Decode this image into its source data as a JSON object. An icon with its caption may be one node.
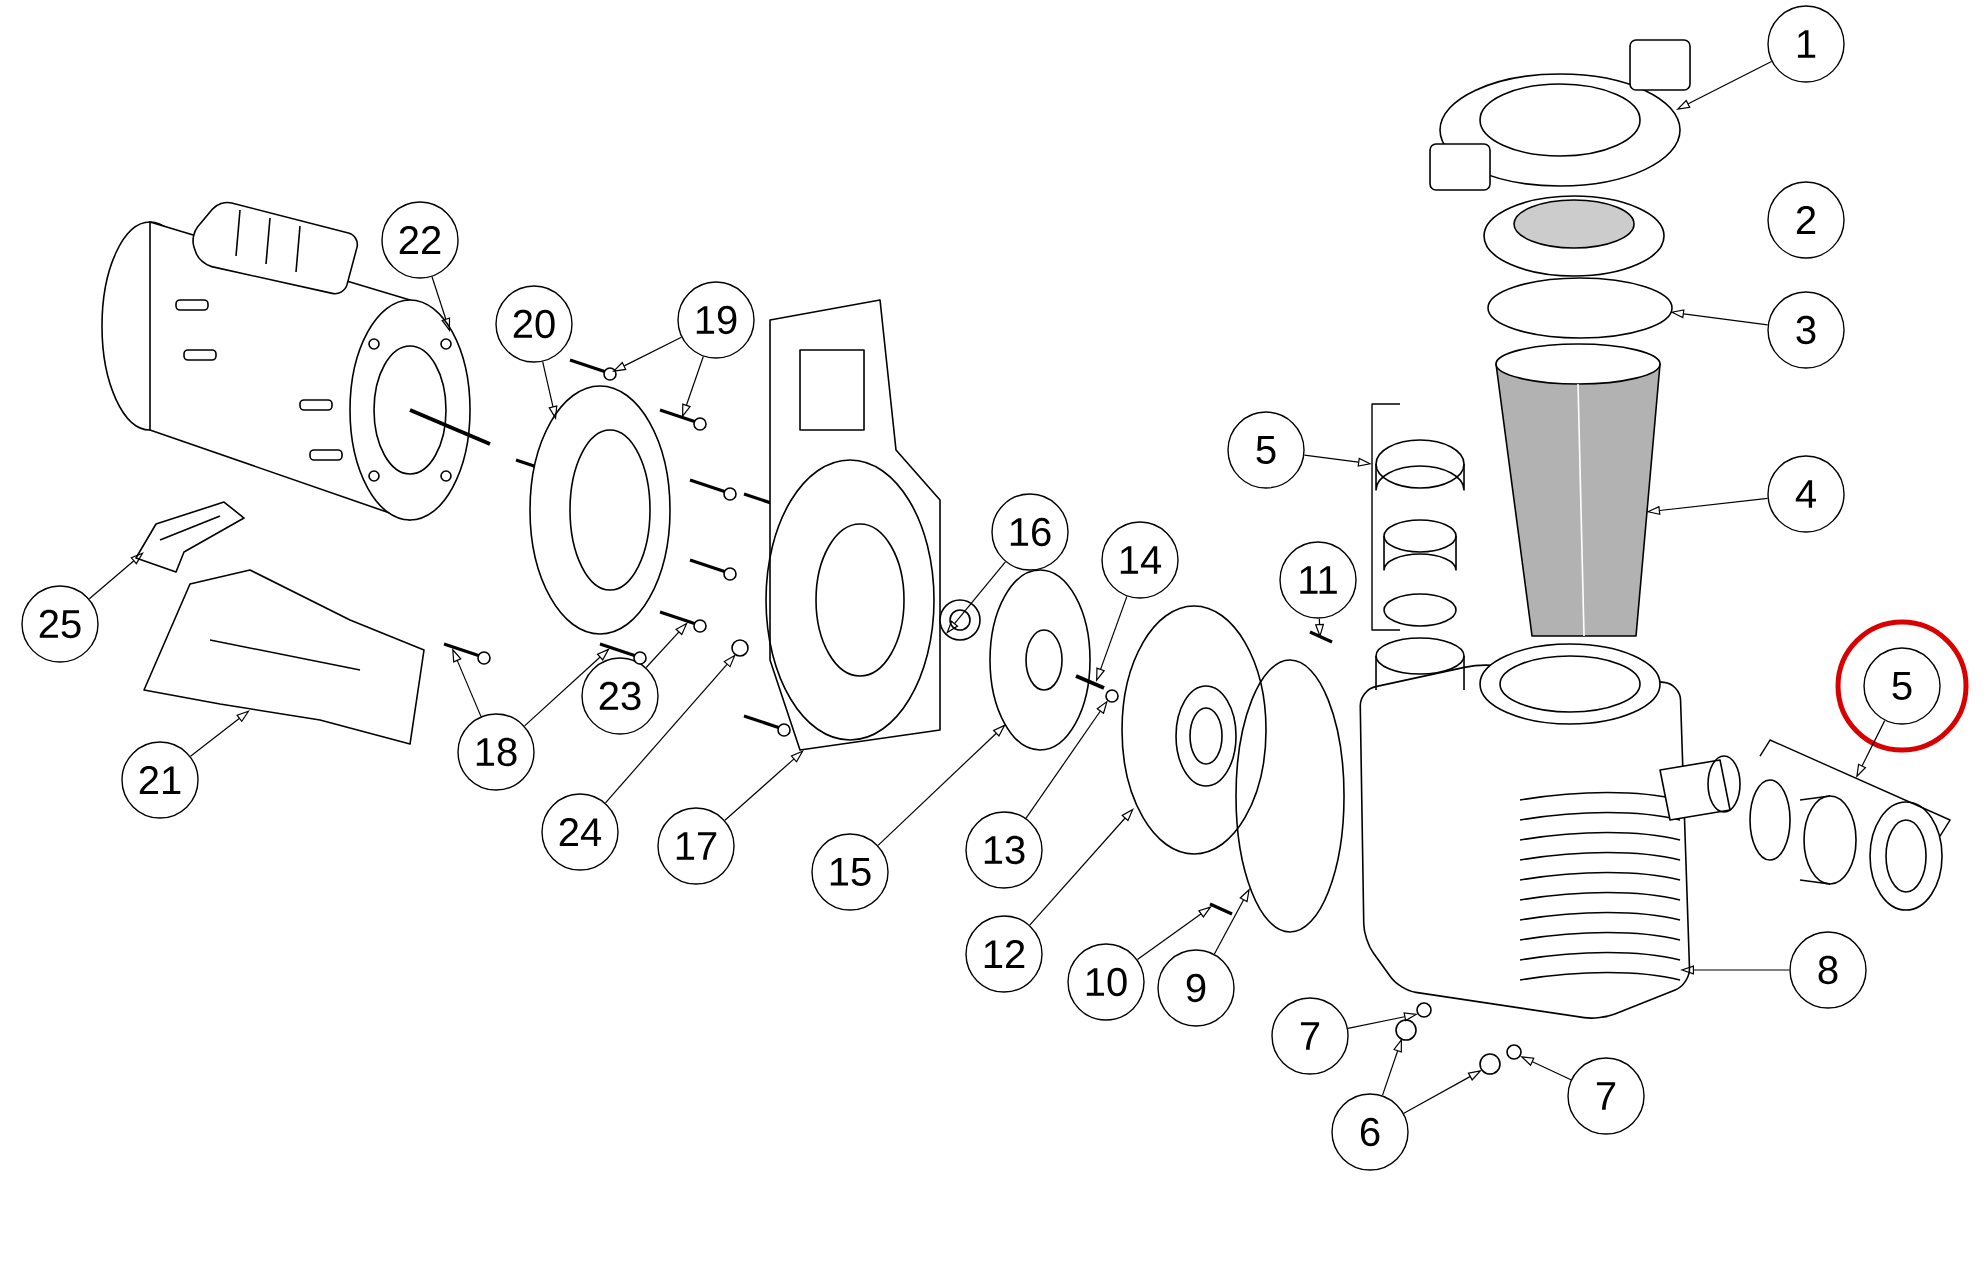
{
  "diagram": {
    "nodes": [
      {
        "text": [
          "1"
        ]
      },
      {
        "text": [
          "2"
        ]
      },
      {
        "text": [
          "3"
        ]
      },
      {
        "text": [
          "4"
        ]
      },
      {
        "text": [
          "5"
        ]
      },
      {
        "text": [
          "5"
        ]
      },
      {
        "text": [
          "6"
        ]
      },
      {
        "text": [
          "7"
        ]
      },
      {
        "text": [
          "7"
        ]
      },
      {
        "text": [
          "8"
        ]
      },
      {
        "text": [
          "9"
        ]
      },
      {
        "text": [
          "10"
        ]
      },
      {
        "text": [
          "11"
        ]
      },
      {
        "text": [
          "12"
        ]
      },
      {
        "text": [
          "13"
        ]
      },
      {
        "text": [
          "14"
        ]
      },
      {
        "text": [
          "15"
        ]
      },
      {
        "text": [
          "16"
        ]
      },
      {
        "text": [
          "17"
        ]
      },
      {
        "text": [
          "18"
        ]
      },
      {
        "text": [
          "19"
        ]
      },
      {
        "text": [
          "20"
        ]
      },
      {
        "text": [
          "21"
        ]
      },
      {
        "text": [
          "22"
        ]
      },
      {
        "text": [
          "23"
        ]
      },
      {
        "text": [
          "24"
        ]
      },
      {
        "text": [
          "25"
        ]
      },
      {
        "text": [],
        "shape": "picture"
      },
      {
        "text": [],
        "shape": "picture"
      },
      {
        "text": [],
        "shape": "picture"
      },
      {
        "text": [],
        "shape": "picture"
      },
      {
        "text": [],
        "shape": "picture"
      },
      {
        "text": [],
        "shape": "picture"
      },
      {
        "text": [],
        "shape": "picture"
      },
      {
        "text": [],
        "shape": "picture"
      },
      {
        "text": [],
        "shape": "picture"
      },
      {
        "text": [],
        "shape": "circle"
      },
      {
        "text": [],
        "shape": "picture"
      },
      {
        "text": [],
        "shape": "picture"
      },
      {
        "text": [],
        "shape": "picture"
      },
      {
        "text": [],
        "shape": "picture"
      },
      {
        "text": [],
        "shape": "circle"
      },
      {
        "text": [],
        "shape": "picture"
      },
      {
        "text": [],
        "shape": "picture"
      },
      {
        "text": [],
        "shape": "picture"
      },
      {
        "text": [],
        "shape": "picture"
      },
      {
        "text": [],
        "shape": "bracket"
      },
      {
        "text": [],
        "shape": "circle"
      },
      {
        "text": [],
        "shape": "circle"
      },
      {
        "text": [],
        "shape": "picture"
      },
      {
        "text": [],
        "shape": "circle"
      },
      {
        "text": [],
        "shape": "picture"
      },
      {
        "text": [],
        "shape": "circle"
      },
      {
        "text": [],
        "shape": "circle"
      },
      {
        "text": [],
        "shape": "picture"
      },
      {
        "text": [],
        "shape": "bracket"
      }
    ],
    "edges": [
      {
        "from": 0,
        "to": 49,
        "arrow": "to"
      },
      {
        "from": 2,
        "to": 50,
        "arrow": "to"
      },
      {
        "from": 3,
        "to": 51,
        "arrow": "to"
      },
      {
        "from": 4,
        "to": 46,
        "arrow": "to"
      },
      {
        "from": 5,
        "to": 55,
        "arrow": "to"
      },
      {
        "from": 6,
        "to": 48,
        "arrow": "to"
      },
      {
        "from": 6,
        "to": 53,
        "arrow": "to"
      },
      {
        "from": 7,
        "to": 47,
        "arrow": "to"
      },
      {
        "from": 8,
        "to": 52,
        "arrow": "to"
      },
      {
        "from": 9,
        "to": 54,
        "arrow": "to"
      },
      {
        "from": 10,
        "to": 45,
        "arrow": "to"
      },
      {
        "from": 11,
        "to": 44,
        "arrow": "to"
      },
      {
        "from": 12,
        "to": 43,
        "arrow": "to"
      },
      {
        "from": 13,
        "to": 42,
        "arrow": "to"
      },
      {
        "from": 14,
        "to": 41,
        "arrow": "to"
      },
      {
        "from": 15,
        "to": 40,
        "arrow": "to"
      },
      {
        "from": 16,
        "to": 39,
        "arrow": "to"
      },
      {
        "from": 17,
        "to": 38,
        "arrow": "to"
      },
      {
        "from": 18,
        "to": 37,
        "arrow": "to"
      },
      {
        "from": 19,
        "to": 30,
        "arrow": "to"
      },
      {
        "from": 19,
        "to": 33,
        "arrow": "to"
      },
      {
        "from": 20,
        "to": 32,
        "arrow": "to"
      },
      {
        "from": 20,
        "to": 34,
        "arrow": "to"
      },
      {
        "from": 21,
        "to": 31,
        "arrow": "to"
      },
      {
        "from": 22,
        "to": 29,
        "arrow": "to"
      },
      {
        "from": 23,
        "to": 27,
        "arrow": "to"
      },
      {
        "from": 24,
        "to": 35,
        "arrow": "to"
      },
      {
        "from": 25,
        "to": 36,
        "arrow": "to"
      },
      {
        "from": 26,
        "to": 28,
        "arrow": "to"
      }
    ]
  }
}
